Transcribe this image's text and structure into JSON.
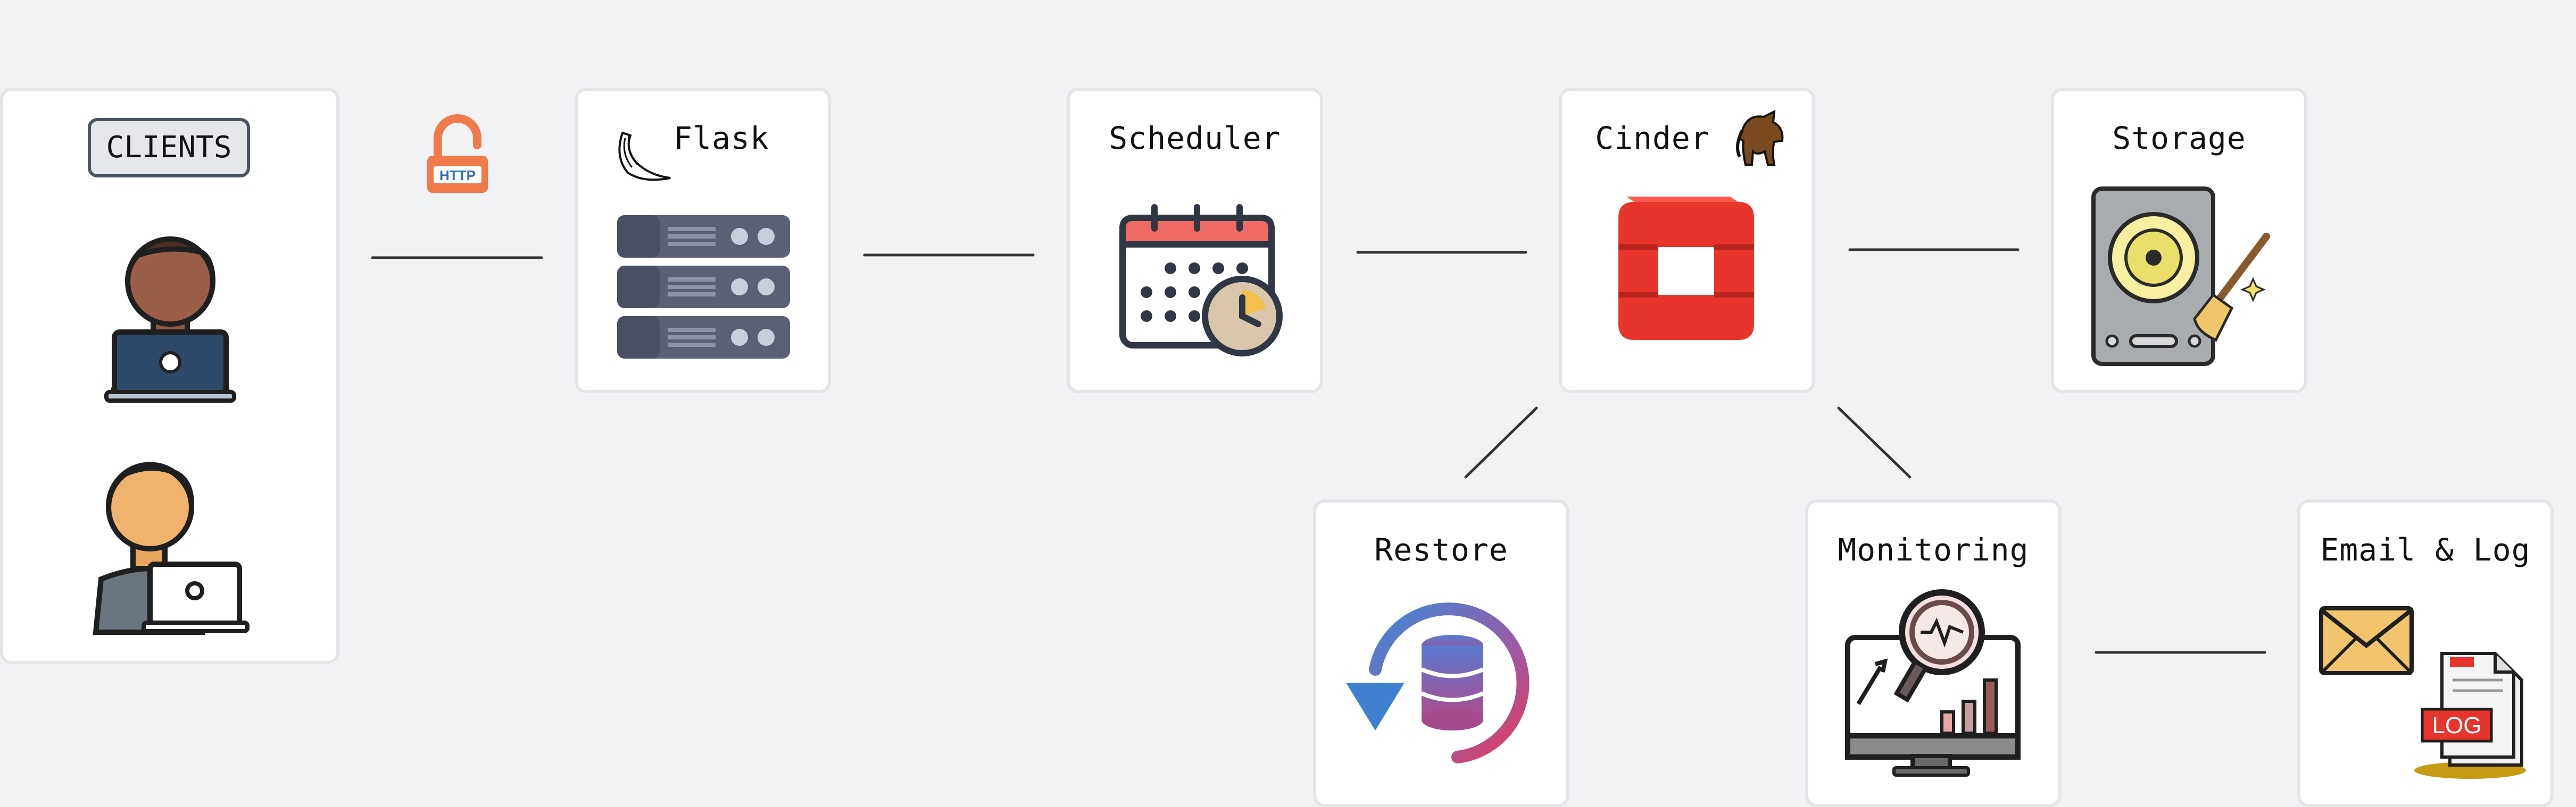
{
  "clients": {
    "label": "CLIENTS",
    "icons": [
      "person-laptop-icon",
      "person-laptop-icon"
    ]
  },
  "http_icon": {
    "text": "HTTP",
    "name": "unlocked-padlock-icon",
    "color": "#f07a4a"
  },
  "nodes": {
    "flask": {
      "title": "Flask",
      "icon": "server-rack-icon",
      "logo": "flask-horn-icon"
    },
    "scheduler": {
      "title": "Scheduler",
      "icon": "calendar-clock-icon"
    },
    "cinder": {
      "title": "Cinder",
      "icon": "openstack-logo-icon",
      "logo": "horse-icon"
    },
    "storage": {
      "title": "Storage",
      "icon": "hard-drive-broom-icon"
    },
    "restore": {
      "title": "Restore",
      "icon": "database-restore-icon"
    },
    "monitoring": {
      "title": "Monitoring",
      "icon": "monitor-analytics-icon"
    },
    "email_log": {
      "title": "Email & Log",
      "icon": "email-envelope-icon",
      "log_text": "LOG"
    }
  },
  "colors": {
    "background": "#f1f2f4",
    "card_border": "#e3e5e8",
    "openstack_red": "#e8352b"
  }
}
